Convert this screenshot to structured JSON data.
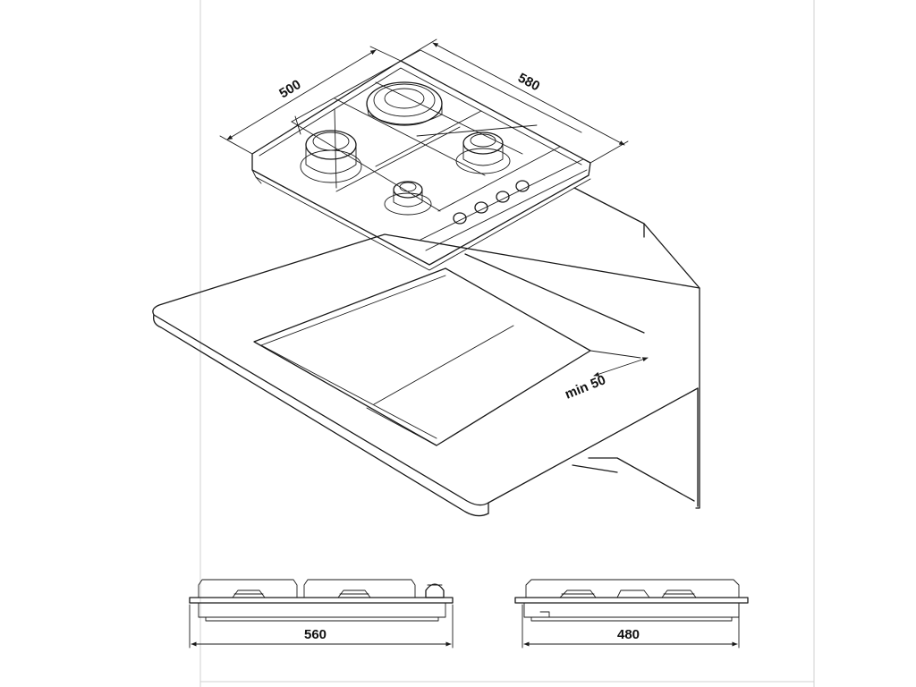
{
  "colors": {
    "line": "#1a1a1a",
    "background": "#ffffff",
    "frame": "#d0d0d0"
  },
  "dimensions": {
    "depth": "500",
    "width": "580",
    "clearance": "min 50",
    "front_width": "560",
    "side_depth": "480"
  }
}
